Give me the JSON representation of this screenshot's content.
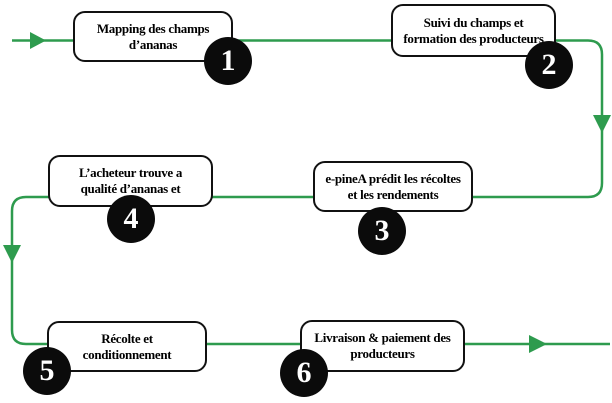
{
  "diagram": {
    "type": "flowchart",
    "accent_color": "#2E9B4E",
    "box_border_color": "#111111",
    "circle_fill_color": "#0B0B0B",
    "circle_text_color": "#FFFFFF",
    "steps": [
      {
        "number": "1",
        "line1": "Mapping des champs",
        "line2": "d’ananas"
      },
      {
        "number": "2",
        "line1": "Suivi du champs et",
        "line2": "formation des producteurs"
      },
      {
        "number": "3",
        "line1": "e-pineA prédit les récoltes",
        "line2": "et les rendements"
      },
      {
        "number": "4",
        "line1": "L’acheteur trouve a",
        "line2": "qualité d’ananas et"
      },
      {
        "number": "5",
        "line1": "Récolte et",
        "line2": "conditionnement"
      },
      {
        "number": "6",
        "line1": "Livraison & paiement des",
        "line2": "producteurs"
      }
    ]
  }
}
